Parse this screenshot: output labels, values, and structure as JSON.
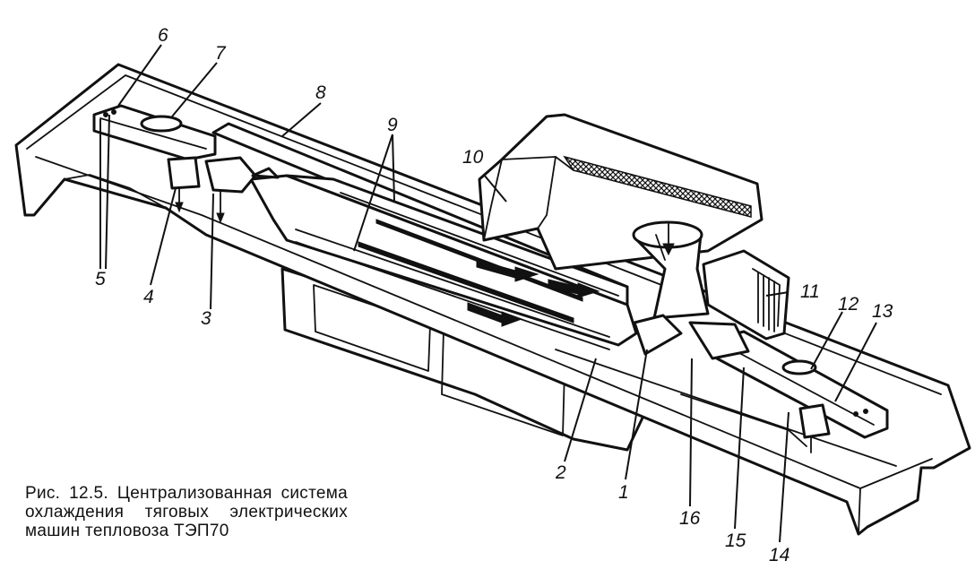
{
  "figure": {
    "caption": "Рис. 12.5. Централизованная система охлаждения тяговых электрических машин тепловоза ТЭП70",
    "callouts": {
      "c1": "1",
      "c2": "2",
      "c3": "3",
      "c4": "4",
      "c5": "5",
      "c6": "6",
      "c7": "7",
      "c8": "8",
      "c9": "9",
      "c10": "10",
      "c11": "11",
      "c12": "12",
      "c13": "13",
      "c14": "14",
      "c15": "15",
      "c16": "16"
    }
  }
}
